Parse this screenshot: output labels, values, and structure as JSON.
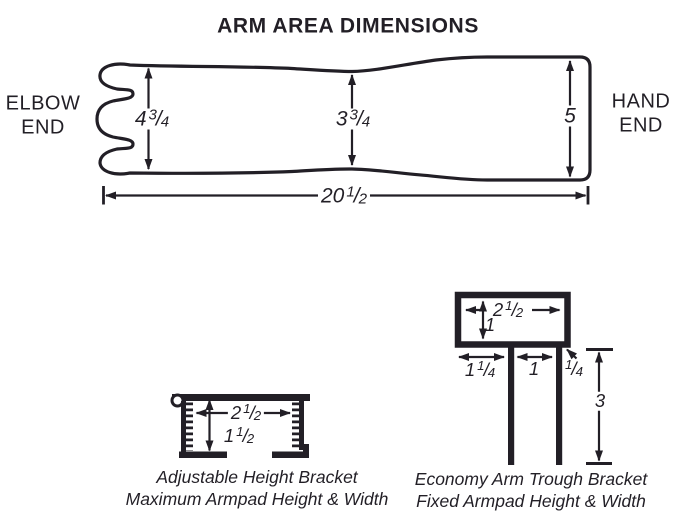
{
  "title": "ARM AREA DIMENSIONS",
  "ink_color": "#221f26",
  "arm": {
    "elbow_label": [
      "ELBOW",
      "END"
    ],
    "hand_label": [
      "HAND",
      "END"
    ],
    "dims": {
      "elbow_height": {
        "w": "4",
        "n": "3",
        "d": "4"
      },
      "waist_height": {
        "w": "3",
        "n": "3",
        "d": "4"
      },
      "hand_height": {
        "w": "5"
      },
      "overall_length": {
        "w": "20",
        "n": "1",
        "d": "2"
      }
    }
  },
  "adjustable_bracket": {
    "caption": [
      "Adjustable Height Bracket",
      "Maximum Armpad Height & Width"
    ],
    "dims": {
      "width": {
        "w": "2",
        "n": "1",
        "d": "2"
      },
      "height": {
        "w": "1",
        "n": "1",
        "d": "2"
      }
    }
  },
  "economy_bracket": {
    "caption": [
      "Economy Arm Trough Bracket",
      "Fixed Armpad Height & Width"
    ],
    "dims": {
      "trough_width": {
        "w": "2",
        "n": "1",
        "d": "2"
      },
      "trough_depth": {
        "w": "1"
      },
      "left_flange": {
        "w": "1",
        "n": "1",
        "d": "4"
      },
      "channel_width": {
        "w": "1"
      },
      "wall_thickness": {
        "n": "1",
        "d": "4"
      },
      "drop_height": {
        "w": "3"
      }
    }
  }
}
